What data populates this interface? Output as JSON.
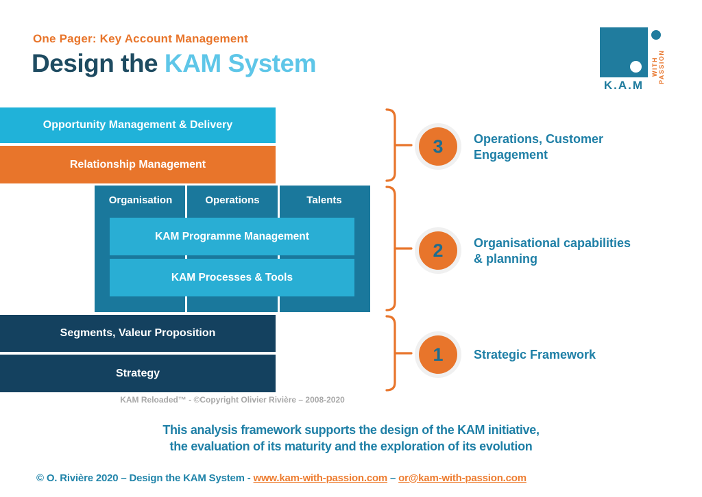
{
  "header": {
    "kicker": "One Pager: Key Account Management",
    "title_dark": "Design the ",
    "title_accent": "KAM System"
  },
  "logo": {
    "name": "K.A.M",
    "tagline": "WITH PASSION"
  },
  "diagram": {
    "top_layers": [
      {
        "label": "Opportunity Management & Delivery",
        "color": "#20B2D9"
      },
      {
        "label": "Relationship Management",
        "color": "#E8752B"
      }
    ],
    "capabilities": {
      "columns": [
        "Organisation",
        "Operations",
        "Talents"
      ],
      "inner_boxes": [
        "KAM Programme Management",
        "KAM Processes & Tools"
      ],
      "background": "#1A789C",
      "inner_box_color": "#29AED4"
    },
    "strategic_layers": [
      {
        "label": "Segments, Valeur Proposition",
        "color": "#14415F"
      },
      {
        "label": "Strategy",
        "color": "#14415F"
      }
    ],
    "caption": "KAM Reloaded™ - ©Copyright Olivier Rivière – 2008-2020"
  },
  "legend": [
    {
      "number": "3",
      "label": "Operations, Customer Engagement"
    },
    {
      "number": "2",
      "label": "Organisational capabilities & planning"
    },
    {
      "number": "1",
      "label": "Strategic Framework"
    }
  ],
  "summary": {
    "line1": "This analysis framework supports the design of the KAM initiative,",
    "line2": "the evaluation of its maturity and the exploration of its evolution"
  },
  "footer": {
    "copyright": "© O. Rivière 2020 – Design the KAM System - ",
    "link_web": "www.kam-with-passion.com",
    "separator": " – ",
    "link_email": "or@kam-with-passion.com"
  },
  "colors": {
    "orange": "#E8752B",
    "cyan": "#20B2D9",
    "teal": "#1A789C",
    "navy": "#14415F",
    "accent_text": "#1E7FA6",
    "title_dark": "#1E4B61",
    "title_accent": "#5EC6E8",
    "logo_teal": "#207C9E"
  }
}
